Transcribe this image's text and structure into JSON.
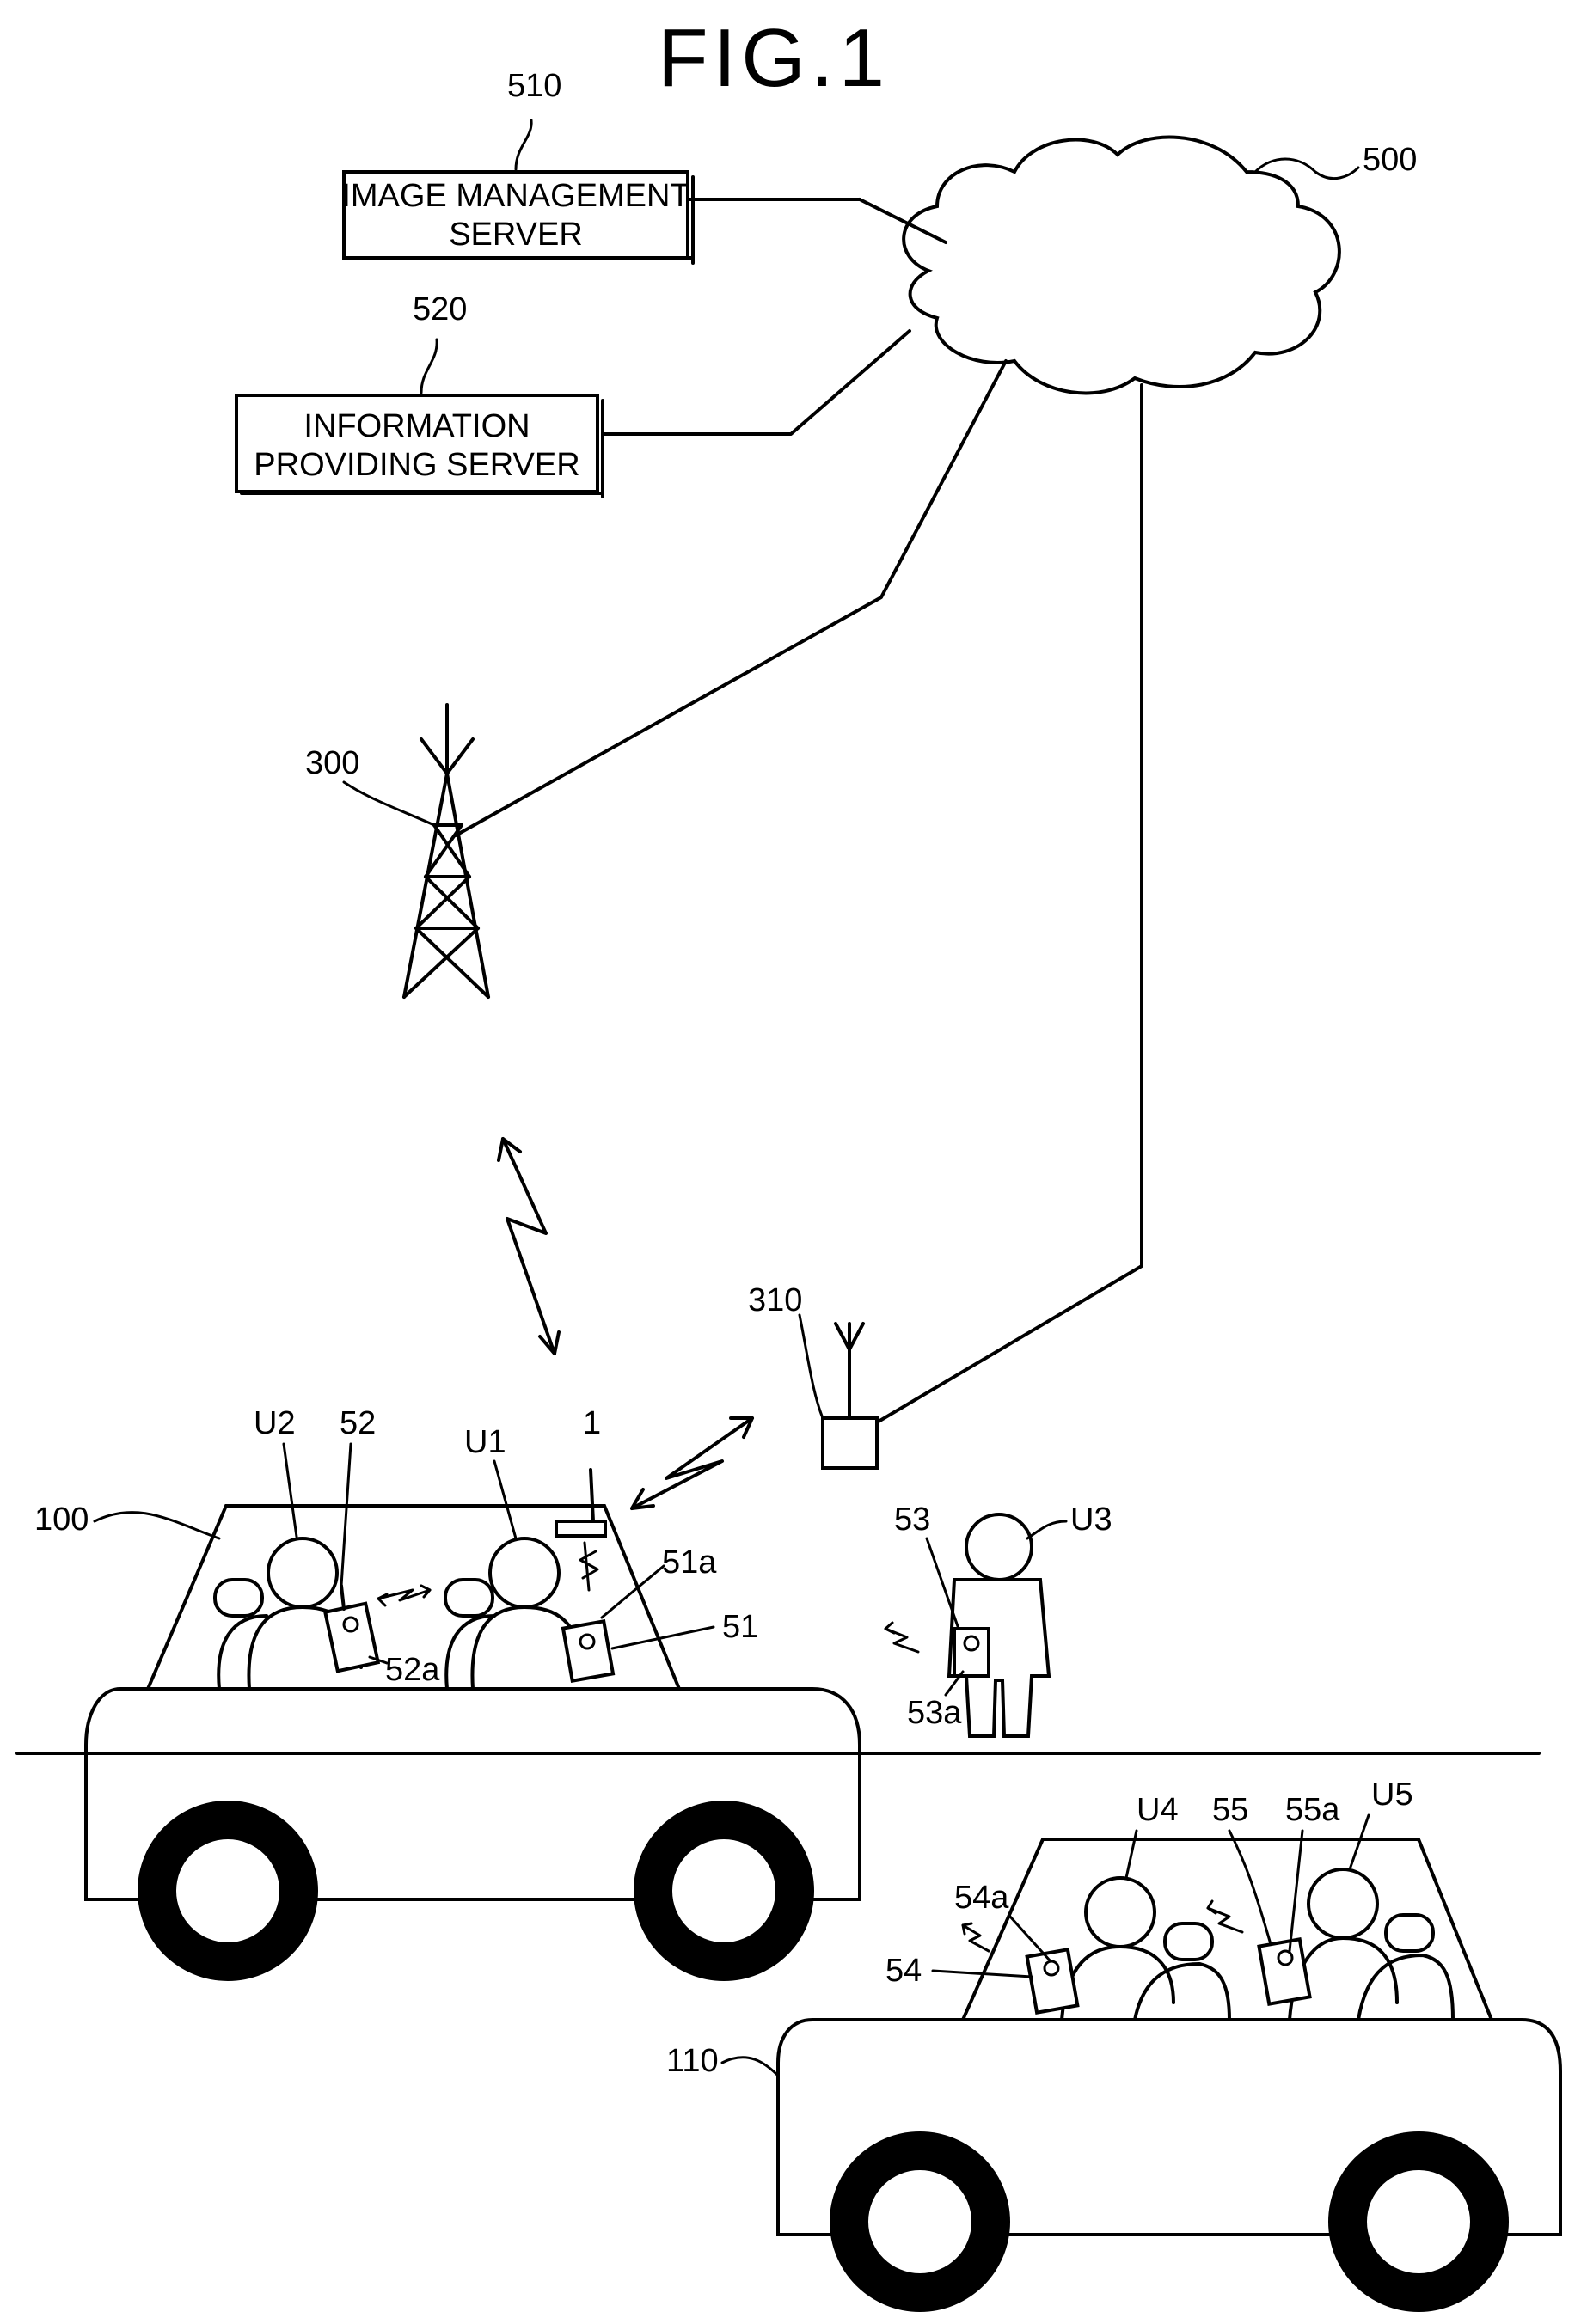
{
  "figure": {
    "title": "FIG.1"
  },
  "servers": {
    "image_management": {
      "ref": "510",
      "line1": "IMAGE MANAGEMENT",
      "line2": "SERVER"
    },
    "information_providing": {
      "ref": "520",
      "line1": "INFORMATION",
      "line2": "PROVIDING SERVER"
    }
  },
  "network": {
    "ref": "500"
  },
  "base_station": {
    "ref": "300"
  },
  "access_point": {
    "ref": "310"
  },
  "vehicle_1": {
    "ref": "100",
    "device_ref": "1",
    "occupants": {
      "u1": "U1",
      "u2": "U2"
    },
    "terminals": {
      "t51": "51",
      "t51a": "51a",
      "t52": "52",
      "t52a": "52a"
    }
  },
  "pedestrian": {
    "user": "U3",
    "terminal": "53",
    "terminal_a": "53a"
  },
  "vehicle_2": {
    "ref": "110",
    "occupants": {
      "u4": "U4",
      "u5": "U5"
    },
    "terminals": {
      "t54": "54",
      "t54a": "54a",
      "t55": "55",
      "t55a": "55a"
    }
  }
}
